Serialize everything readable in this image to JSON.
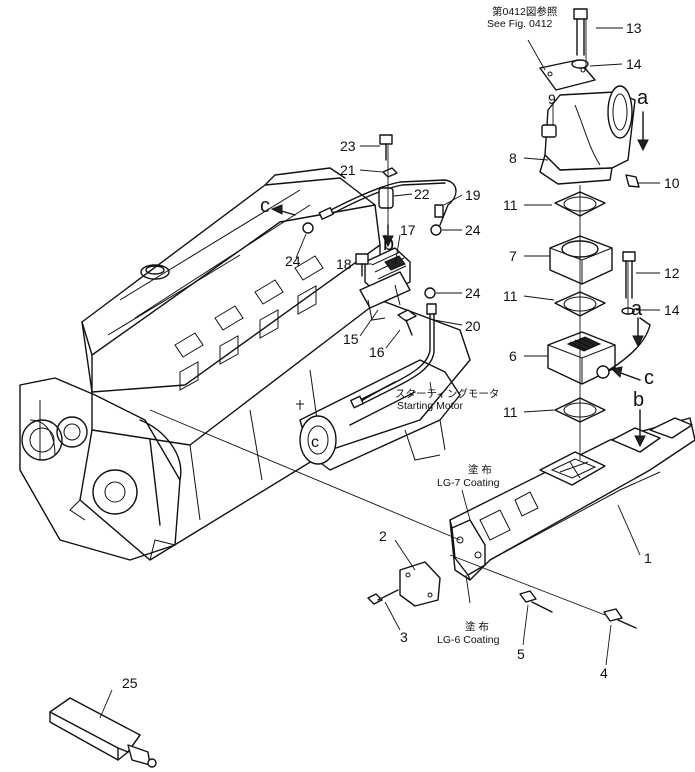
{
  "notes": {
    "see_fig_jp": "第0412図参照",
    "see_fig_en": "See Fig. 0412",
    "starting_motor_jp": "スターティングモータ",
    "starting_motor_en": "Starting Motor",
    "coating_jp": "塗 布",
    "lg7": "LG-7 Coating",
    "lg6": "LG-6 Coating"
  },
  "letters": {
    "a": "a",
    "b": "b",
    "c": "c"
  },
  "callouts": {
    "n1": "1",
    "n2": "2",
    "n3": "3",
    "n4": "4",
    "n5": "5",
    "n6": "6",
    "n7": "7",
    "n8": "8",
    "n9": "9",
    "n10": "10",
    "n11": "11",
    "n12": "12",
    "n13": "13",
    "n14": "14",
    "n15": "15",
    "n16": "16",
    "n17": "17",
    "n18": "18",
    "n19": "19",
    "n20": "20",
    "n21": "21",
    "n22": "22",
    "n23": "23",
    "n24": "24",
    "n25": "25"
  }
}
